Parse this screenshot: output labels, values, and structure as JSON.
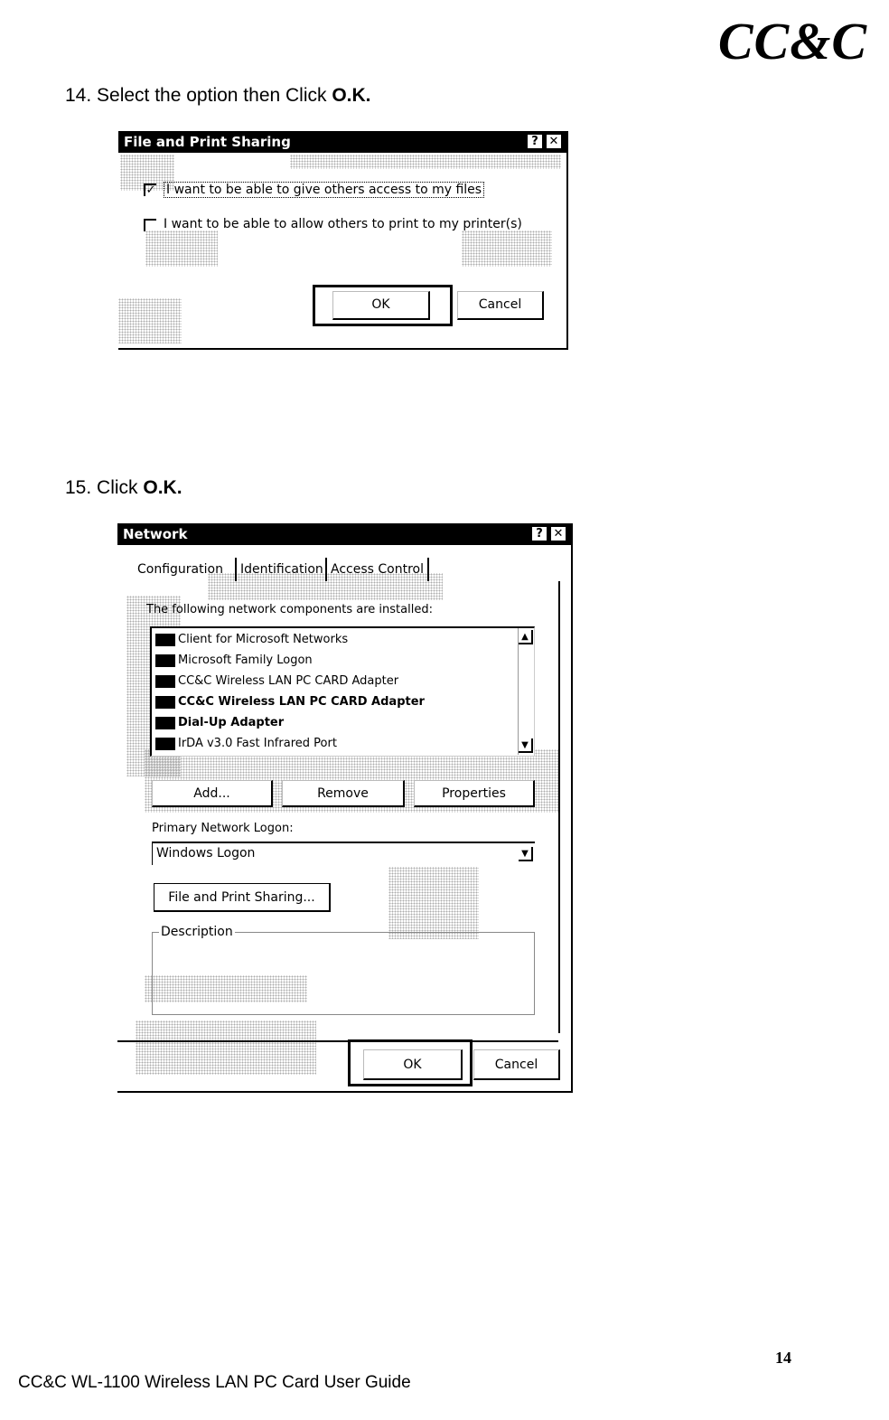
{
  "header": {
    "logo": "CC&C"
  },
  "step14": {
    "prefix": "14. Select the option then Click ",
    "bold": "O.K."
  },
  "dialog1": {
    "title": "File and Print Sharing",
    "help_glyph": "?",
    "close_glyph": "✕",
    "option1": {
      "label": "I want to be able to give others access to my files",
      "checked": true
    },
    "option2": {
      "label": "I want to be able to allow others to print to my printer(s)",
      "checked": false
    },
    "ok_label": "OK",
    "cancel_label": "Cancel"
  },
  "step15": {
    "prefix": "15. Click ",
    "bold": "O.K."
  },
  "dialog2": {
    "title": "Network",
    "help_glyph": "?",
    "close_glyph": "✕",
    "tabs": [
      "Configuration",
      "Identification",
      "Access Control"
    ],
    "installed_label": "The following network components are installed:",
    "components": [
      "Client for Microsoft Networks",
      "Microsoft Family Logon",
      "CC&C Wireless LAN PC CARD Adapter",
      "CC&C Wireless LAN PC CARD Adapter",
      "Dial-Up Adapter",
      "IrDA v3.0 Fast Infrared Port"
    ],
    "add_label": "Add...",
    "remove_label": "Remove",
    "properties_label": "Properties",
    "primary_logon_label": "Primary Network Logon:",
    "primary_logon_value": "Windows Logon",
    "file_print_label": "File and Print Sharing...",
    "description_label": "Description",
    "ok_label": "OK",
    "cancel_label": "Cancel"
  },
  "footer": {
    "guide": "CC&C WL-1100 Wireless LAN PC Card User Guide",
    "page_number": "14"
  }
}
